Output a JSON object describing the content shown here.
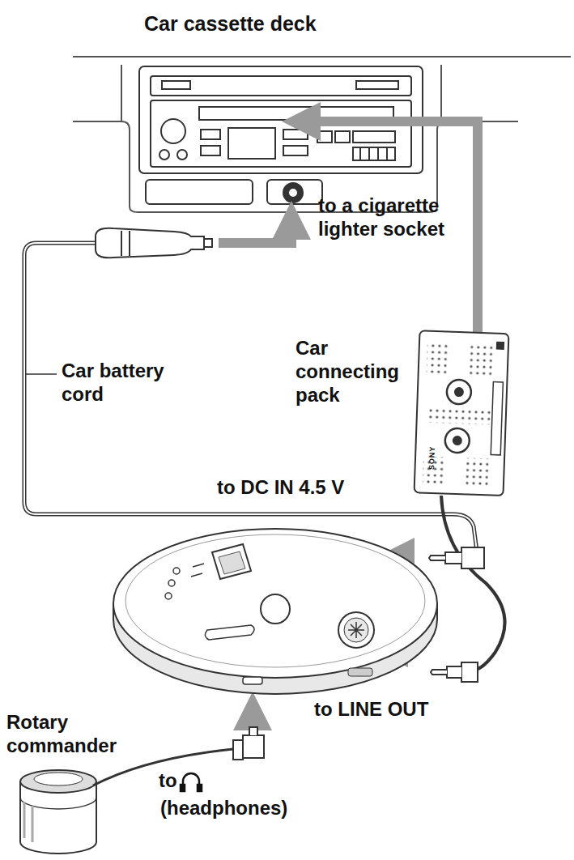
{
  "diagram": {
    "labels": [
      "Car cassette deck",
      "to a cigarette lighter socket",
      "Car battery cord",
      "Car connecting pack",
      "SONY",
      "to DC IN 4.5 V",
      "to LINE OUT",
      "Rotary commander",
      "to",
      "(headphones)"
    ]
  }
}
